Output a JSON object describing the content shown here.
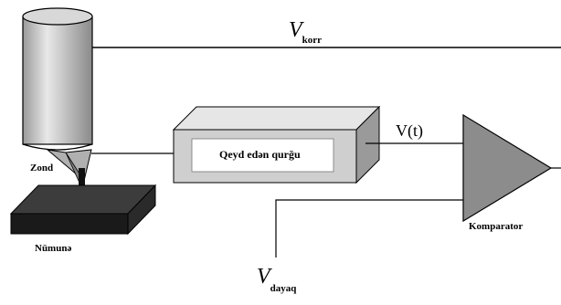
{
  "labels": {
    "v_korr_symbol": "V",
    "v_korr_sub": "korr",
    "recorder": "Qeyd edən qurğu",
    "signal": "V(t)",
    "probe": "Zond",
    "sample": "Nümunə",
    "comparator": "Komparator",
    "v_ref_symbol": "V",
    "v_ref_sub": "dayaq"
  },
  "colors": {
    "line": "#000000",
    "probe_body": "#c4c4c4",
    "box_face": "#d0d0d0",
    "box_top": "#e6e6e6",
    "box_side": "#9a9a9a",
    "comparator": "#8c8c8c",
    "sample": "#4a4a4a"
  }
}
